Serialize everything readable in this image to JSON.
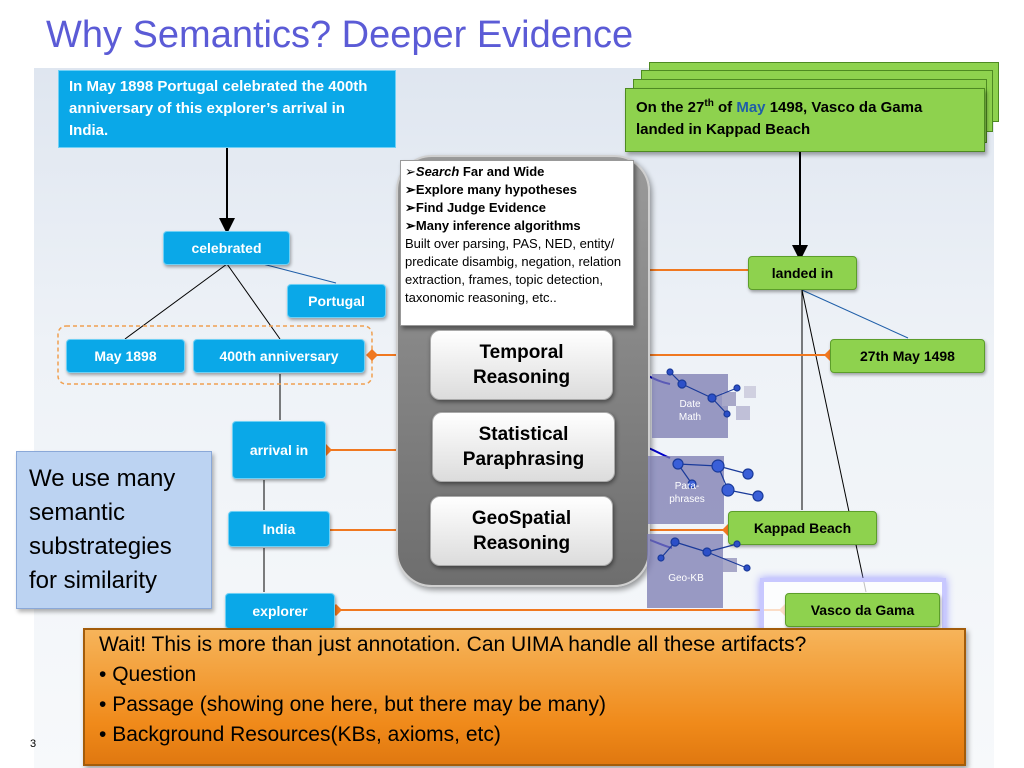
{
  "title": "Why Semantics? Deeper Evidence",
  "slide_number": "3",
  "question": "In May 1898 Portugal celebrated the 400th anniversary of this explorer’s arrival in India.",
  "passage": {
    "prefix": "On the 27",
    "superscript": "th",
    "of": "of",
    "month": "May",
    "rest": "1498, Vasco da Gama landed in Kappad Beach"
  },
  "question_nodes": {
    "celebrated": "celebrated",
    "portugal": "Portugal",
    "may_1898": "May 1898",
    "anniversary": "400th anniversary",
    "arrival_in": "arrival in",
    "india": "India",
    "explorer": "explorer"
  },
  "passage_nodes": {
    "landed_in": "landed in",
    "date": "27th May 1498",
    "kappad_beach": "Kappad Beach",
    "vasco_da_gama": "Vasco da Gama"
  },
  "engine_notes": {
    "line1_italic": "Search",
    "line1_rest": " Far and Wide",
    "line2": "Explore many hypotheses",
    "line3": "Find Judge Evidence",
    "line4": "Many inference algorithms",
    "line5": "Built over parsing, PAS, NED, entity/ predicate disambig, negation,  relation extraction, frames, topic detection, taxonomic reasoning, etc.."
  },
  "reasoning": {
    "temporal": "Temporal Reasoning",
    "statistical": "Statistical Paraphrasing",
    "geospatial": "GeoSpatial Reasoning"
  },
  "resources": {
    "date_math": "Date Math",
    "paraphrases": "Para-phrases",
    "geo_kb": "Geo-KB"
  },
  "substrategies": "We use many semantic substrategies for similarity",
  "bottom": {
    "heading": "Wait!  This is more than just annotation.  Can UIMA handle all these artifacts?",
    "bullets": [
      "Question",
      "Passage (showing one here, but there may be many)",
      "Background Resources(KBs,  axioms, etc)"
    ]
  },
  "colors": {
    "title": "#5b5bd6",
    "question_node": "#0aa8e8",
    "passage_node": "#8ed24e",
    "connector": "#f07820",
    "bottom_box": "#f08a1a"
  },
  "icons": [
    "arrow-down-icon",
    "bullet-arrow-icon",
    "graph-network-icon"
  ]
}
